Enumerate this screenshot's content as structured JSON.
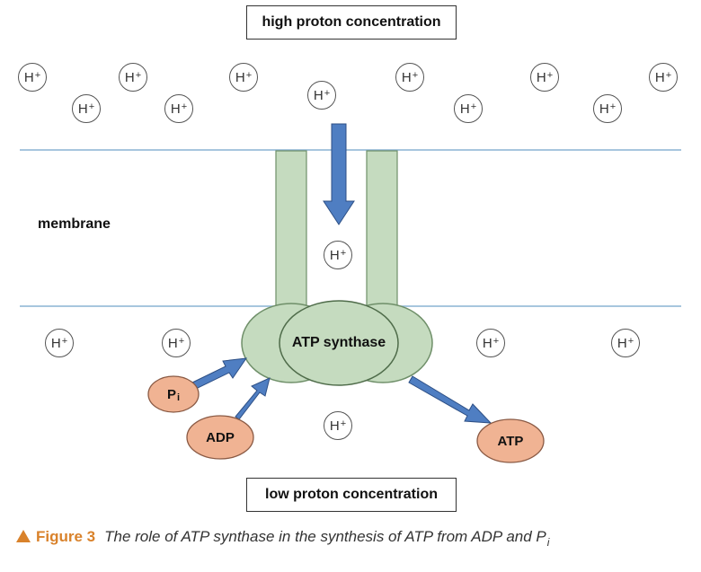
{
  "labels": {
    "top": "high proton concentration",
    "bottom": "low proton concentration",
    "membrane": "membrane",
    "enzyme": "ATP synthase",
    "pi_main": "P",
    "pi_sub": "i",
    "adp": "ADP",
    "atp": "ATP"
  },
  "ion": {
    "main": "H",
    "charge": "+"
  },
  "caption": {
    "figure": "Figure 3",
    "text": "The role of ATP synthase in the synthesis of ATP from ADP and P",
    "sub": "i"
  },
  "colors": {
    "membrane_line": "#8ab3d4",
    "channel_green": "#c5dbbf",
    "channel_stroke": "#6f8f69",
    "arrow_blue": "#4f7ec2",
    "arrow_stroke": "#2d4f85",
    "molecule_fill": "#f0b393",
    "molecule_stroke": "#8a5a44",
    "accent": "#d9822b"
  }
}
